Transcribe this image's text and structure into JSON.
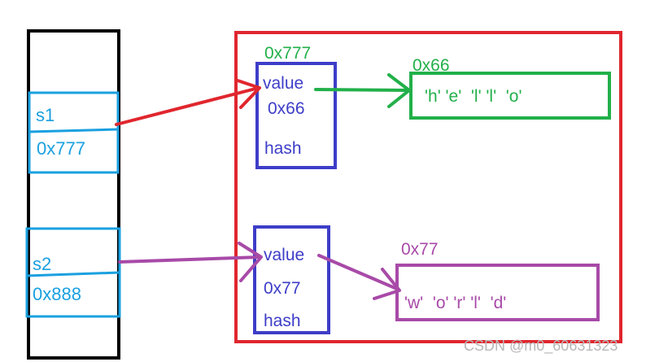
{
  "stack": {
    "s1": {
      "name": "s1",
      "address": "0x777"
    },
    "s2": {
      "name": "s2",
      "address": "0x888"
    }
  },
  "heap": {
    "obj1": {
      "address": "0x777",
      "field_value": "value",
      "value_ref": "0x66",
      "field_hash": "hash"
    },
    "obj2": {
      "field_value": "value",
      "value_ref": "0x77",
      "field_hash": "hash"
    },
    "arr1": {
      "address": "0x66",
      "chars": "'h' 'e'  'l' 'l'  'o'"
    },
    "arr2": {
      "address": "0x77",
      "chars": "'w'  'o' 'r' 'l'  'd'"
    }
  },
  "watermark": "CSDN @m0_60631323",
  "colors": {
    "stack_frame": "#000000",
    "stack_cell": "#1aa0e0",
    "heap_border": "#e0262e",
    "object": "#3d3dc8",
    "array1": "#22b04a",
    "array2": "#a84aa8",
    "arrow_s1": "#e0262e",
    "arrow_s2": "#a84aa8"
  }
}
